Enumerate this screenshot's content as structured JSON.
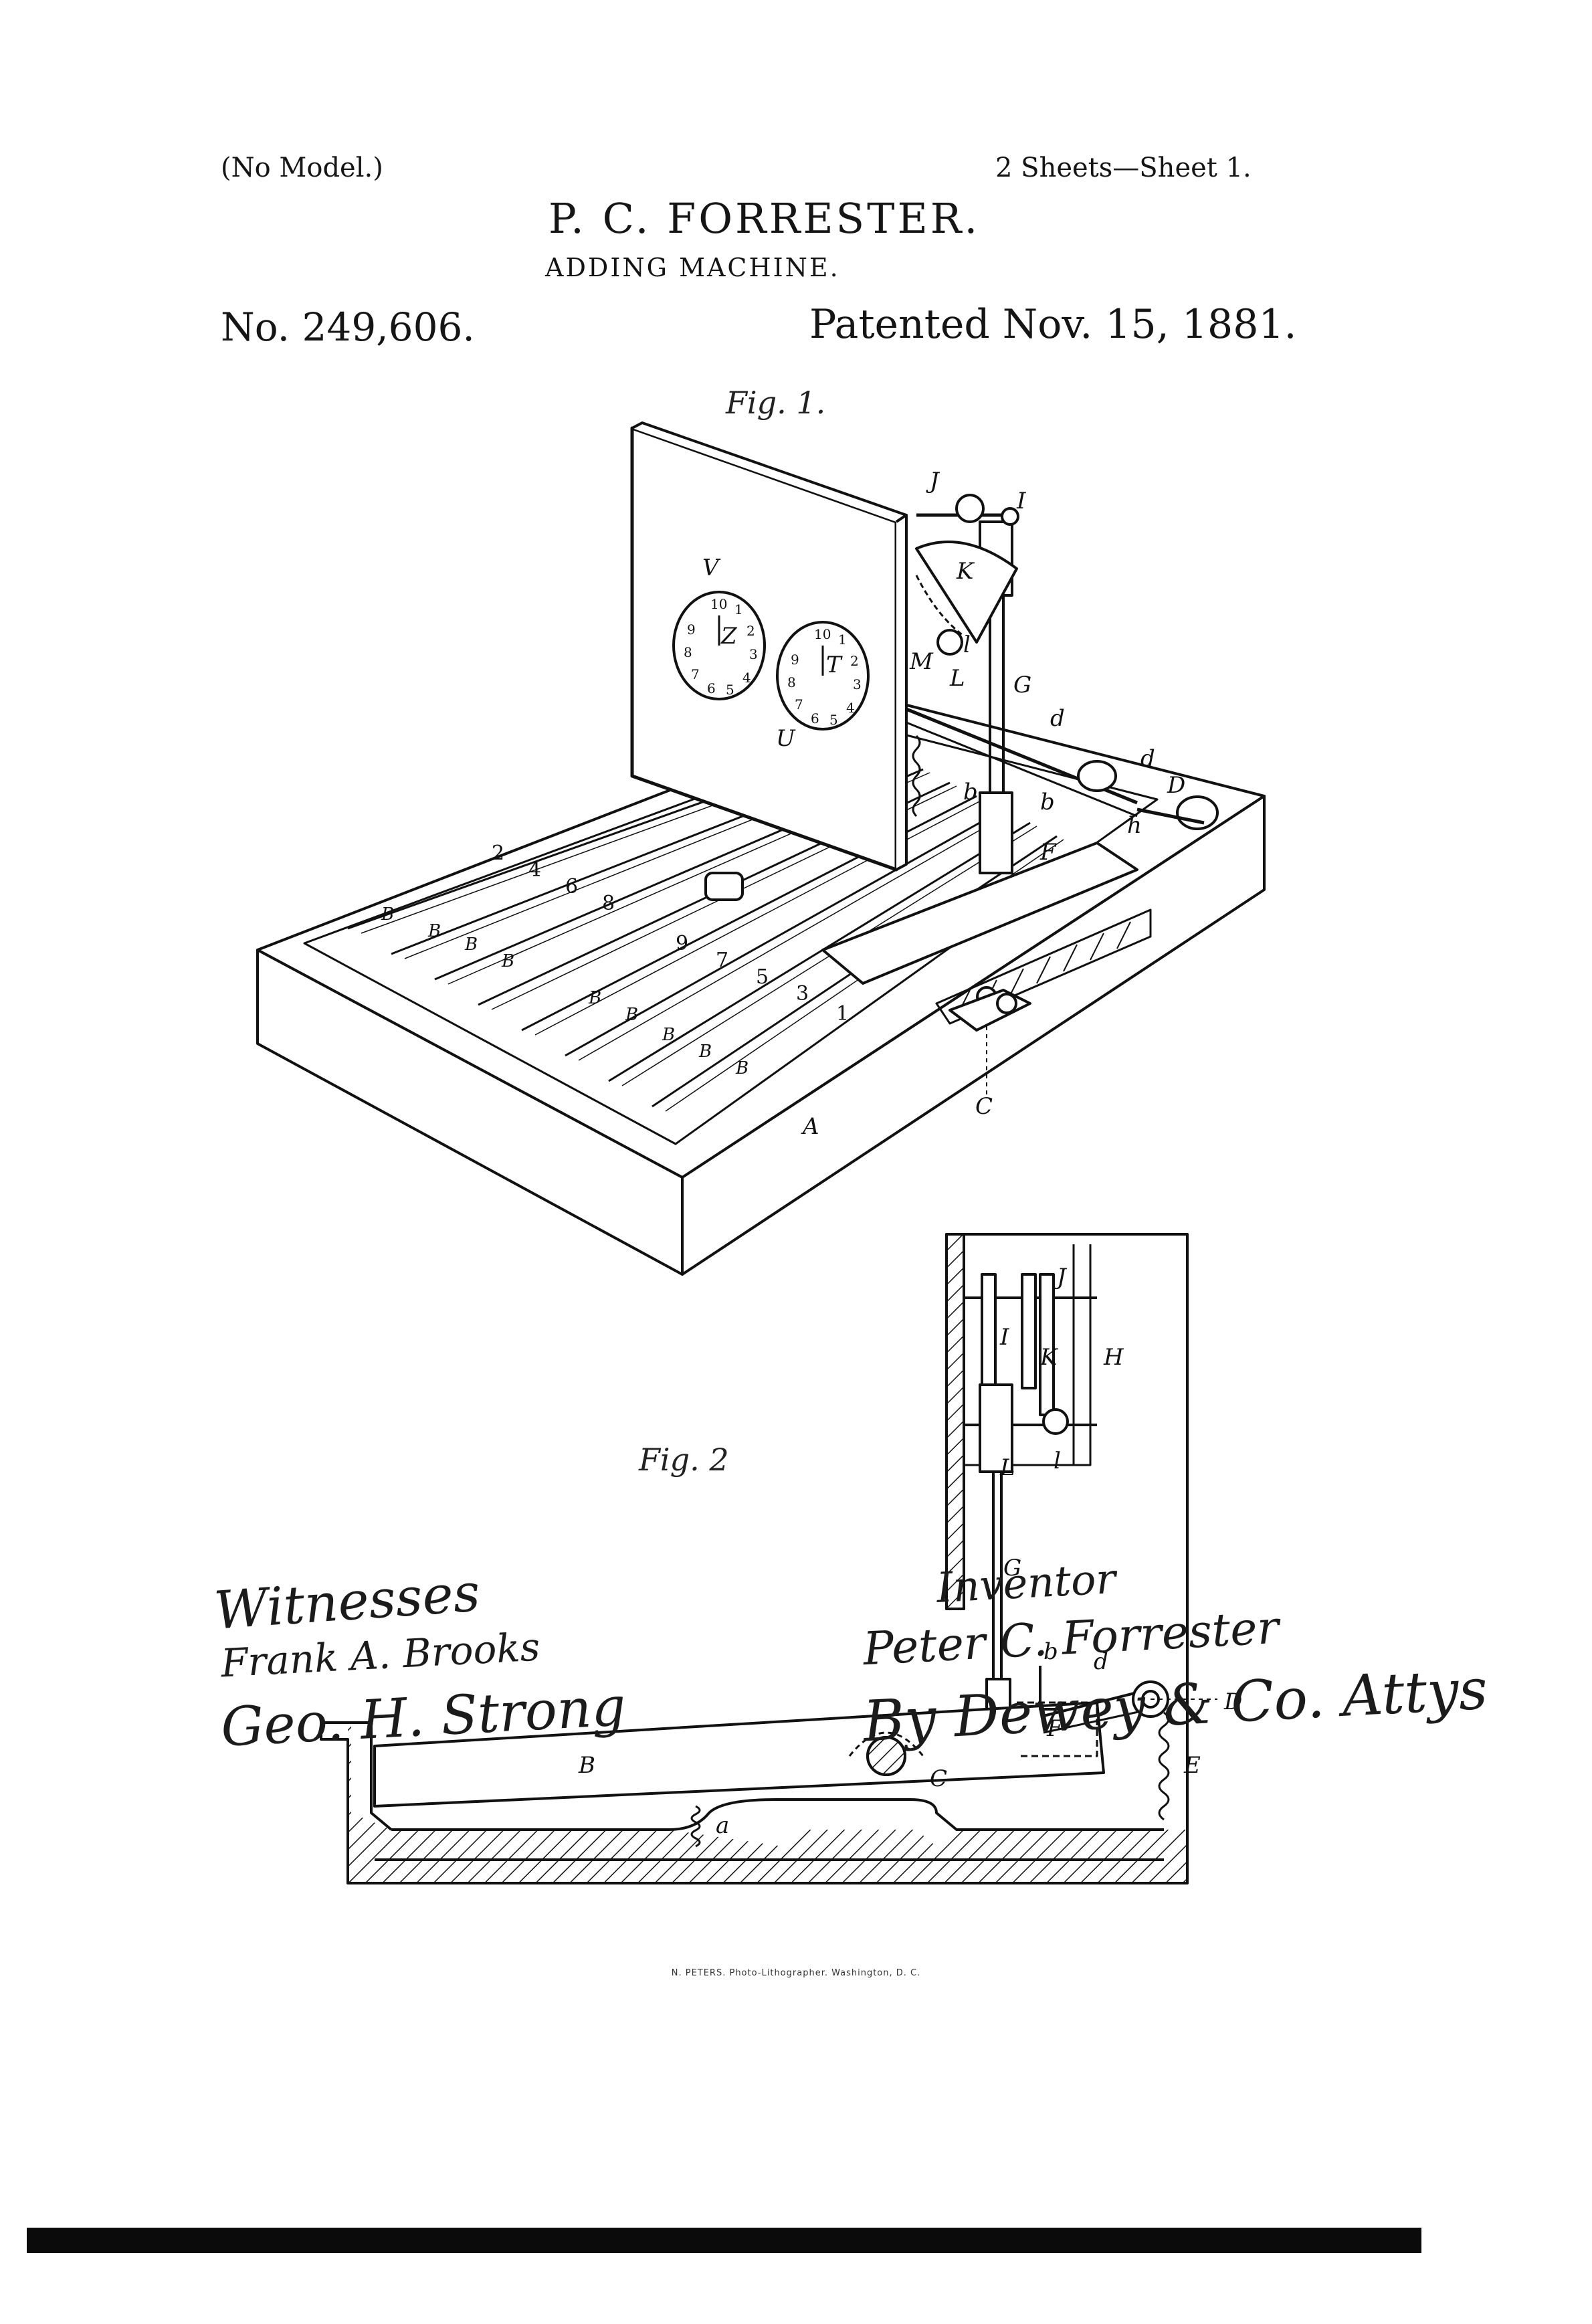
{
  "header": {
    "model_note": "(No Model.)",
    "sheet_info": "2 Sheets—Sheet 1.",
    "inventor_name": "P. C. FORRESTER.",
    "title": "ADDING MACHINE.",
    "patent_number": "No. 249,606.",
    "patent_date": "Patented Nov. 15, 1881."
  },
  "figure1": {
    "label": "Fig. 1.",
    "dial_left_labels": [
      "10",
      "1",
      "2",
      "3",
      "4",
      "5",
      "6",
      "7",
      "8",
      "9"
    ],
    "dial_right_labels": [
      "10",
      "1",
      "2",
      "3",
      "4",
      "5",
      "6",
      "7",
      "8",
      "9"
    ],
    "key_numbers": [
      "2",
      "4",
      "6",
      "8",
      "9",
      "7",
      "5",
      "3",
      "1"
    ],
    "parts": {
      "A": "A",
      "B": "B",
      "C": "C",
      "D": "D",
      "F": "F",
      "G": "G",
      "I": "I",
      "J": "J",
      "K": "K",
      "L": "L",
      "M": "M",
      "T": "T",
      "U": "U",
      "V": "V",
      "Z": "Z",
      "b": "b",
      "d": "d",
      "h": "h",
      "l": "l"
    }
  },
  "figure2": {
    "label": "Fig. 2",
    "parts": {
      "J": "J",
      "I": "I",
      "K": "K",
      "H": "H",
      "L": "L",
      "l": "l",
      "G": "G",
      "b": "b",
      "d": "d",
      "D": "D",
      "F": "F",
      "B": "B",
      "C": "C",
      "E": "E",
      "a": "a"
    }
  },
  "signatures": {
    "witnesses_label": "Witnesses",
    "witness_1": "Frank A. Brooks",
    "witness_2": "Geo. H. Strong",
    "inventor_label": "Inventor",
    "inventor_signature": "Peter C. Forrester",
    "attorneys": "By Dewey & Co. Attys"
  },
  "footer": {
    "lithographer": "N. PETERS. Photo-Lithographer. Washington, D. C."
  }
}
